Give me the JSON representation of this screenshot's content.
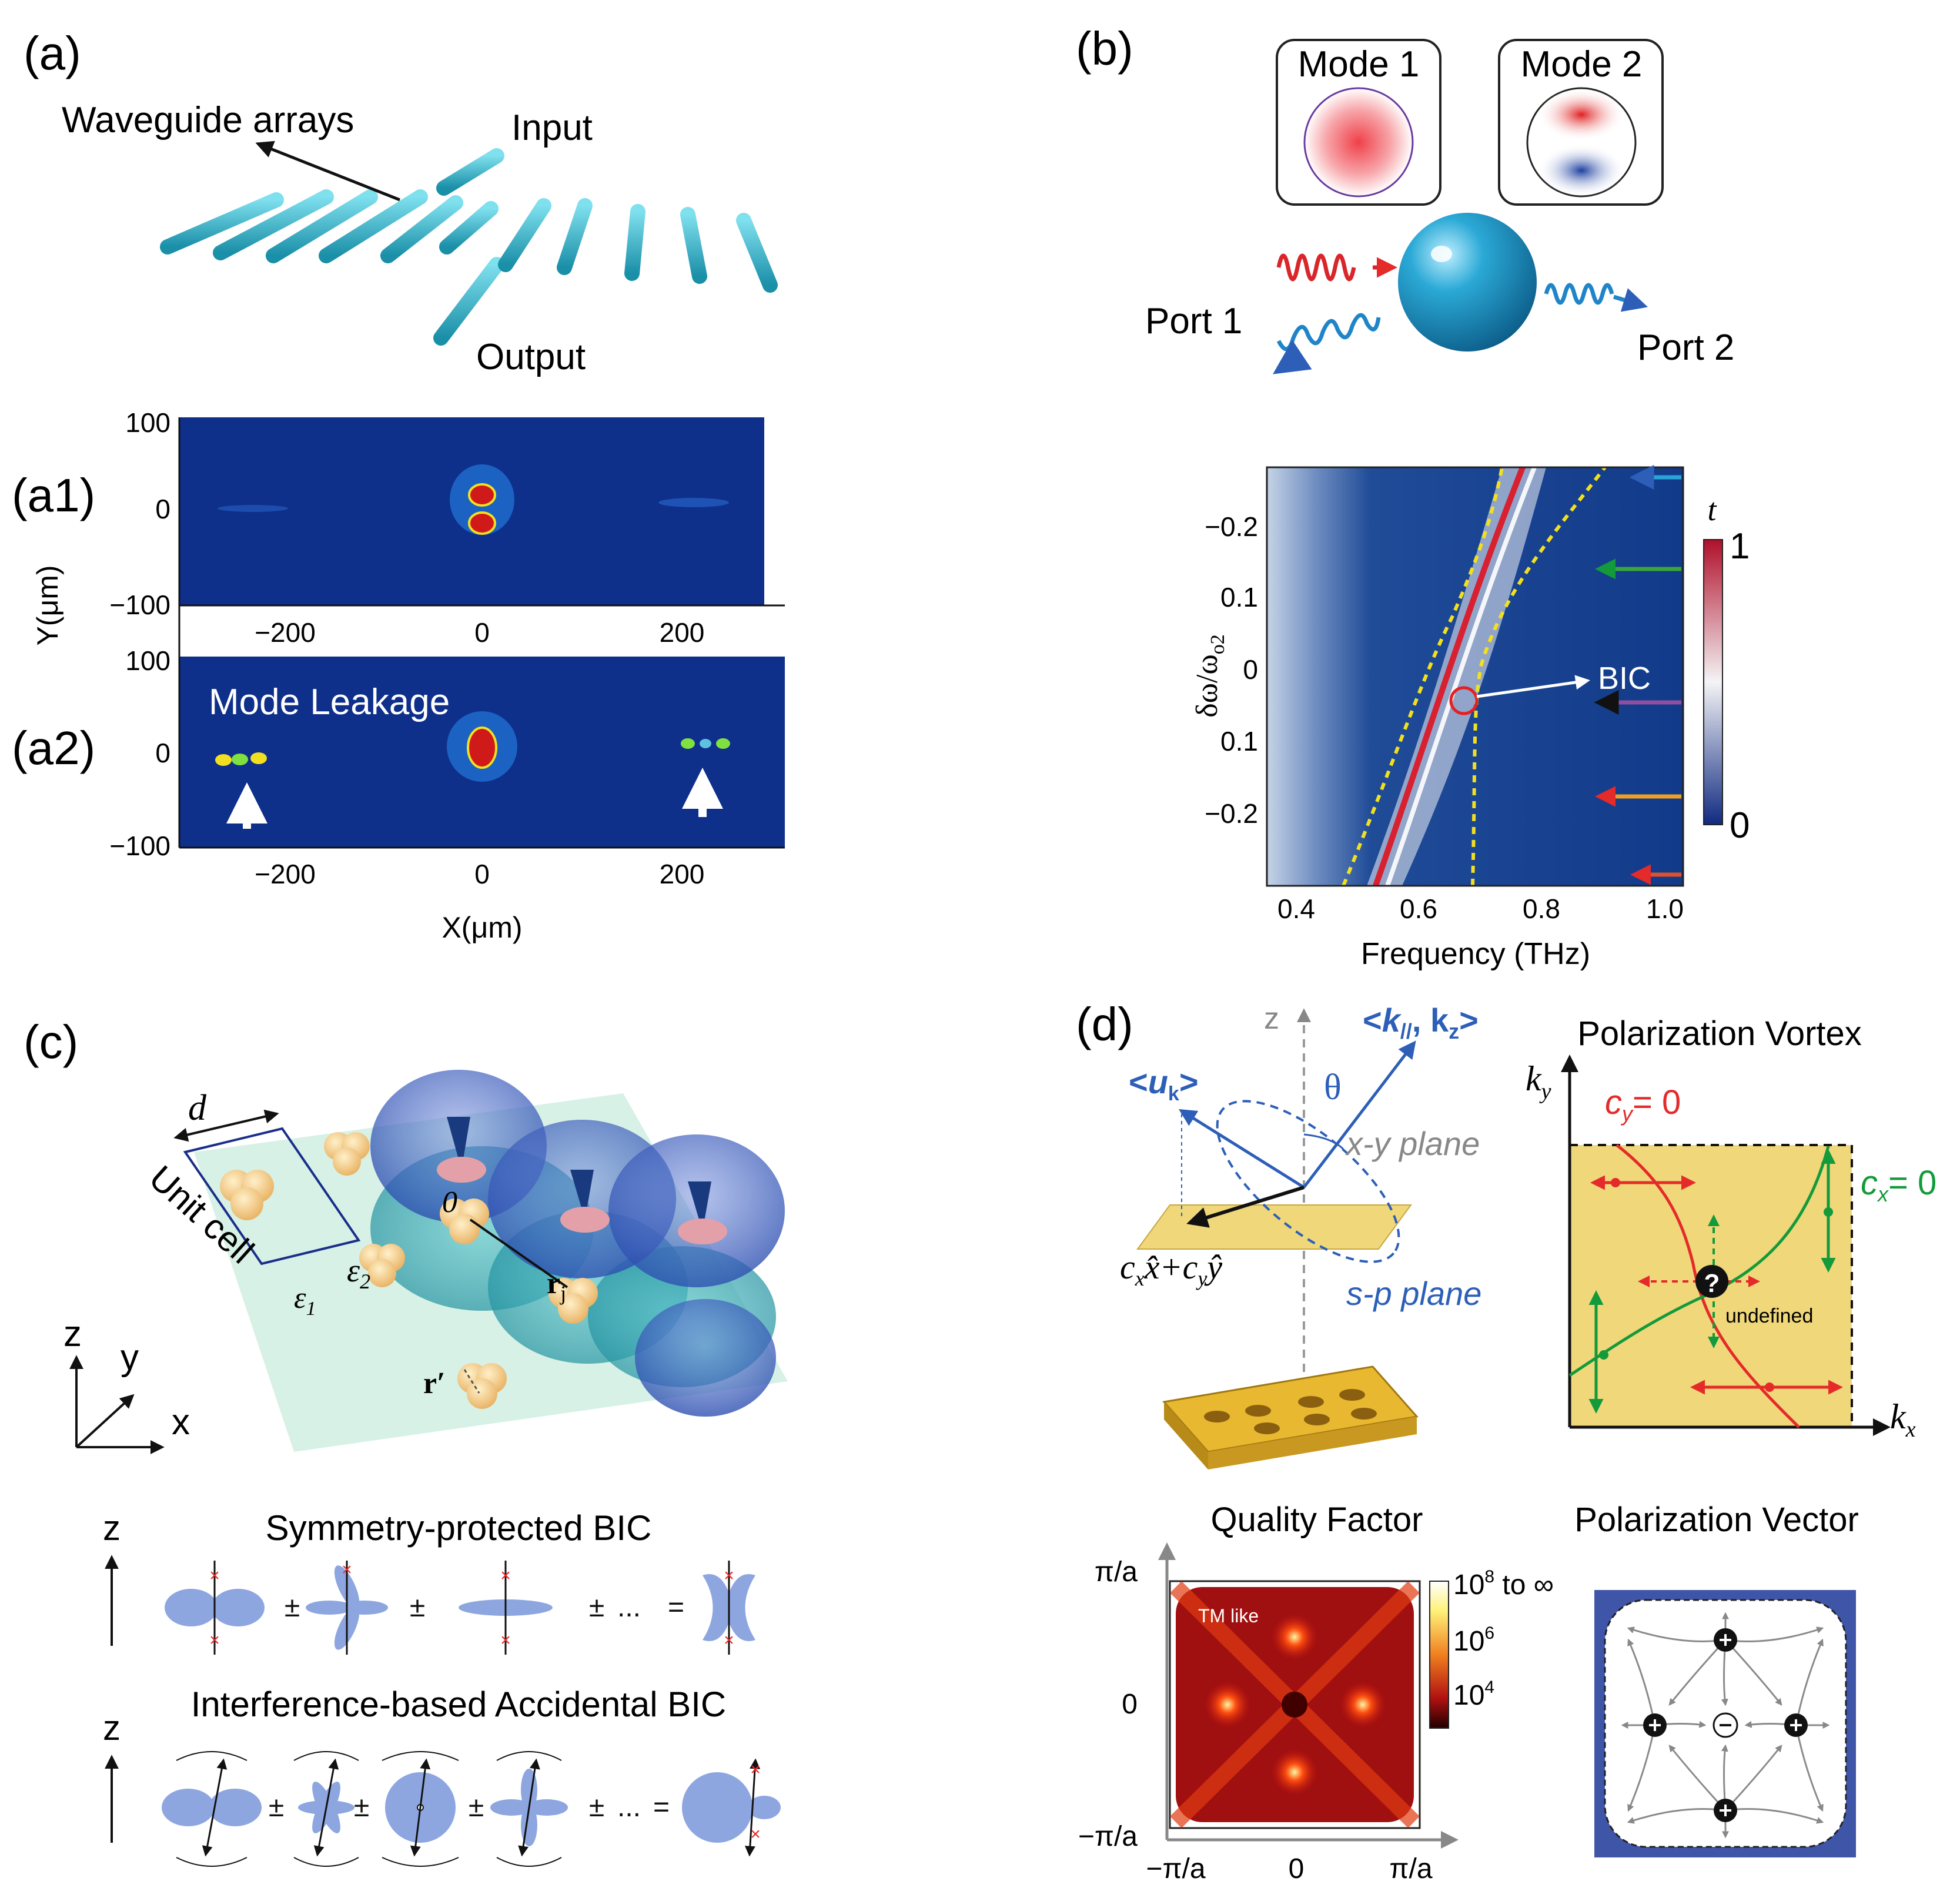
{
  "panel_a": {
    "label": "(a)",
    "waveguide_label": "Waveguide arrays",
    "input_label": "Input",
    "output_label": "Output",
    "sub1_label": "(a1)",
    "sub2_label": "(a2)",
    "leak_label": "Mode Leakage",
    "y_axis_label": "Y(μm)",
    "x_axis_label": "X(μm)",
    "y_ticks": [
      "100",
      "0",
      "−100"
    ],
    "x_ticks": [
      "−200",
      "0",
      "200"
    ]
  },
  "panel_b": {
    "label": "(b)",
    "mode1_label": "Mode 1",
    "mode2_label": "Mode 2",
    "port1_label": "Port 1",
    "port2_label": "Port 2",
    "y_axis_label": "δω/ω",
    "y_axis_sub": "o2",
    "x_axis_label": "Frequency (THz)",
    "y_ticks": [
      "−0.2",
      "0.1",
      "0",
      "0.1",
      "−0.2"
    ],
    "x_ticks": [
      "0.4",
      "0.6",
      "0.8",
      "1.0"
    ],
    "colorbar_title": "t",
    "colorbar_max": "1",
    "colorbar_min": "0",
    "bic_label": "BIC",
    "arrow_colors": [
      "#29a3d9",
      "#3aa63a",
      "#8e4fa0",
      "#f0a020",
      "#e0502a"
    ]
  },
  "panel_c": {
    "label": "(c)",
    "d_label": "d",
    "unit_cell_label": "Unit cell",
    "eps1": "ε",
    "eps1_sub": "1",
    "eps2": "ε",
    "eps2_sub": "2",
    "origin_label": "0",
    "rj": "r",
    "rj_sub": "j",
    "rprime": "r′",
    "axis_z": "z",
    "axis_y": "y",
    "axis_x": "x",
    "sym_title": "Symmetry-protected BIC",
    "acc_title": "Interference-based Accidental BIC",
    "plus_minus": "±",
    "dots": "...",
    "equals": "=",
    "z_marker": "z"
  },
  "panel_d": {
    "label": "(d)",
    "z_axis": "z",
    "k_vector_left": "<",
    "k_vector_k": "k",
    "k_vector_sub": "//",
    "k_vector_right": ", k",
    "k_vector_z": "z",
    "k_vector_close": ">",
    "u_vector_left": "<",
    "u_vector_u": "u",
    "u_vector_sub": "k",
    "u_vector_close": ">",
    "theta": "θ",
    "xy_plane": "x-y plane",
    "sp_plane": "s-p plane",
    "c_eq": "c",
    "vortex_title": "Polarization Vortex",
    "ky": "k",
    "ky_sub": "y",
    "kx": "k",
    "kx_sub": "x",
    "cy_label": "c",
    "cy_sub": "y",
    "cy_eq": "= 0",
    "cx_label": "c",
    "cx_sub": "x",
    "cx_eq": "= 0",
    "undefined_label": "undefined",
    "question_mark": "?",
    "qf_title": "Quality Factor",
    "pv_title": "Polarization Vector",
    "tm_like": "TM like",
    "qf_y_ticks": [
      "π/a",
      "0",
      "−π/a"
    ],
    "qf_x_ticks": [
      "−π/a",
      "0",
      "π/a"
    ],
    "cbar_top_base": "10",
    "cbar_top_exp": "8",
    "cbar_top_suffix": " to ∞",
    "cbar_mid_base": "10",
    "cbar_mid_exp": "6",
    "cbar_low_base": "10",
    "cbar_low_exp": "4"
  }
}
